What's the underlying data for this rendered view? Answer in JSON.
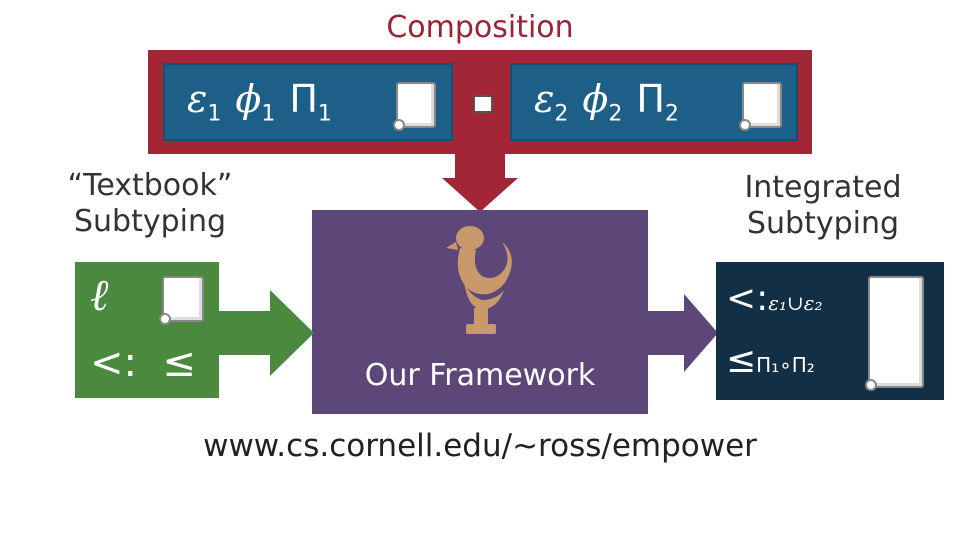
{
  "composition": {
    "title": "Composition",
    "box1": {
      "effect": "ε",
      "effect_sub": "1",
      "phi": "ϕ",
      "phi_sub": "1",
      "pi": "Π",
      "pi_sub": "1"
    },
    "box2": {
      "effect": "ε",
      "effect_sub": "2",
      "phi": "ϕ",
      "phi_sub": "2",
      "pi": "Π",
      "pi_sub": "2"
    }
  },
  "textbook": {
    "label_line1": "“Textbook”",
    "label_line2": "Subtyping",
    "ell": "ℓ",
    "ops": "<:  ≤"
  },
  "framework": {
    "label": "Our Framework"
  },
  "integrated": {
    "label_line1": "Integrated",
    "label_line2": "Subtyping",
    "op1": "<:",
    "op1_sub": "ε₁∪ε₂",
    "op2": "≤",
    "op2_sub": "Π₁∘Π₂"
  },
  "url": "www.cs.cornell.edu/~ross/empower",
  "colors": {
    "composition": "#a32636",
    "composition_box": "#1d5f86",
    "framework": "#5d4778",
    "textbook": "#4b8a3e",
    "integrated": "#132f45",
    "rooster": "#c9996b"
  }
}
